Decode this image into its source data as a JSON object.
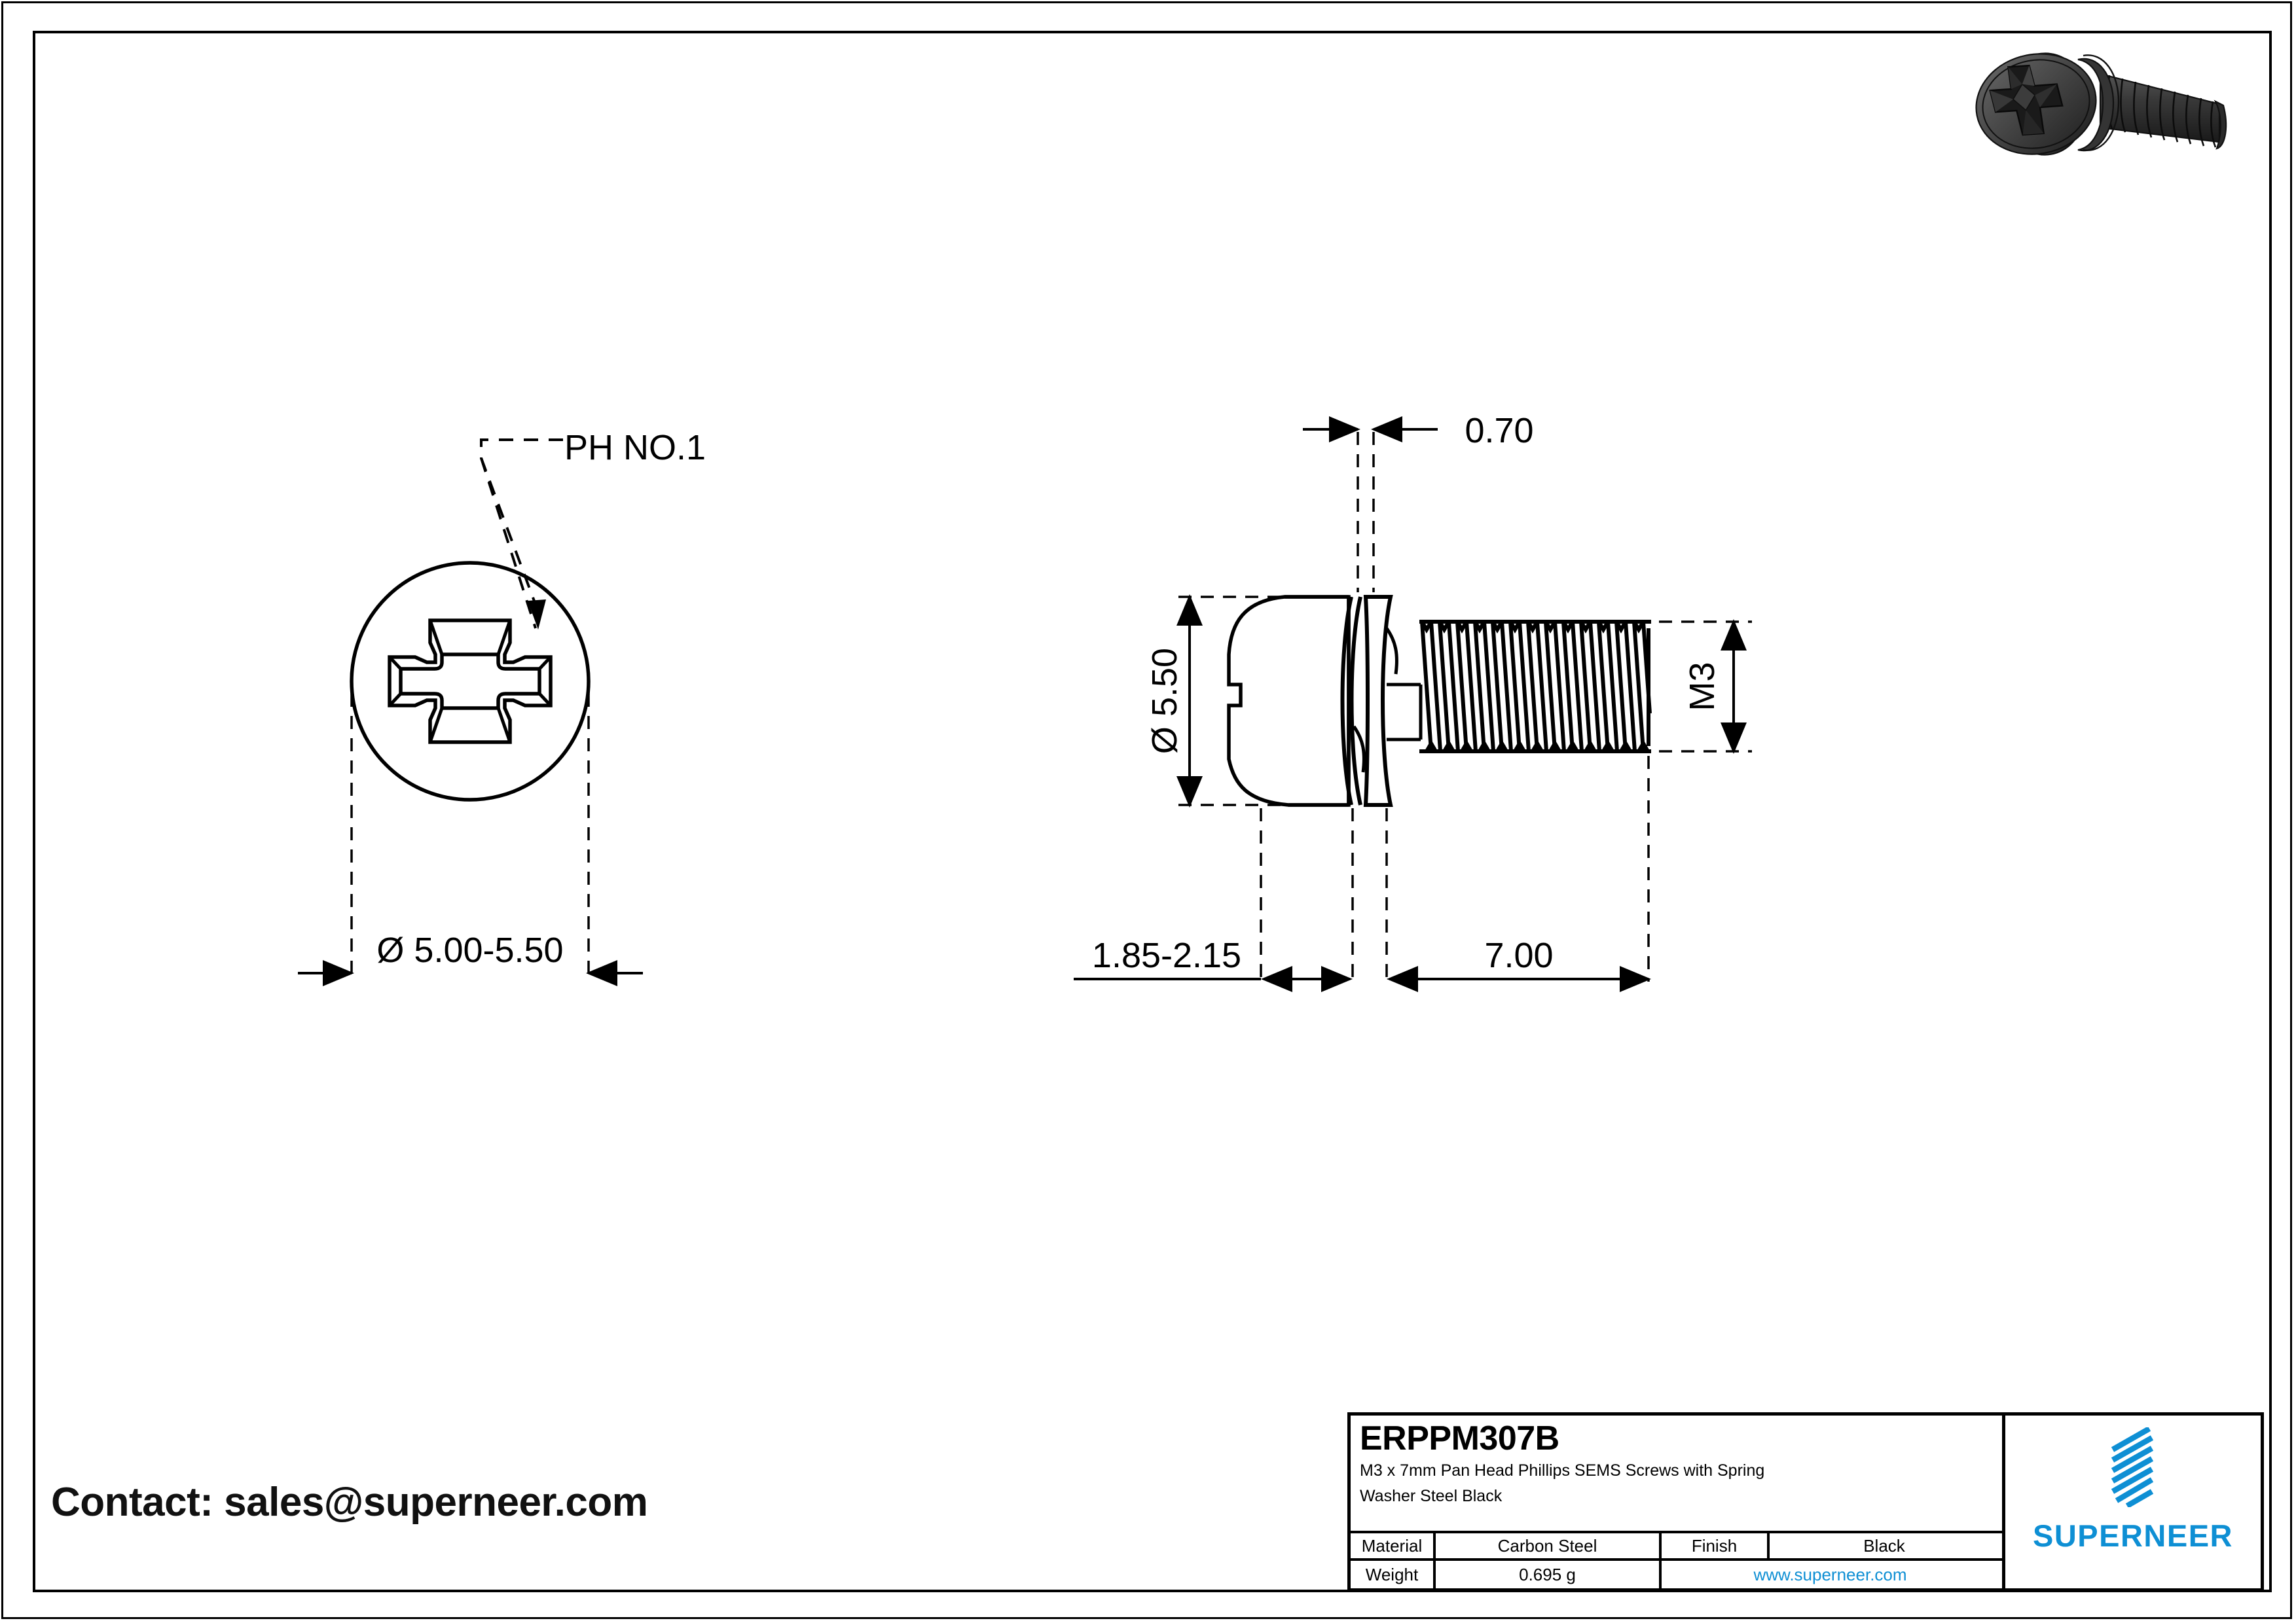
{
  "drawing": {
    "title": "M3 x 7mm Pan Head Phillips SEMS Screws with Spring Washer Steel Black",
    "contact_text": "Contact: sales@superneer.com",
    "brand_blue": "#0e8fd4",
    "line_color": "#000000",
    "background": "#ffffff"
  },
  "top_view": {
    "name": "head-top-view",
    "leader_label": "PH NO.1",
    "diameter_dimension": "Ø 5.00-5.50",
    "head_diameter_min": 5.0,
    "head_diameter_max": 5.5,
    "recess_type": "Phillips cross recess",
    "recess_size": "PH NO.1"
  },
  "side_view": {
    "name": "screw-side-view",
    "washer_thickness_dimension": "0.70",
    "head_height_dimension": "Ø 5.50",
    "thread_dimension": "M3",
    "head_thickness_dimension": "1.85-2.15",
    "shank_length_dimension": "7.00",
    "washer_thickness": 0.7,
    "head_diameter": 5.5,
    "thread_spec": "M3",
    "head_height_min": 1.85,
    "head_height_max": 2.15,
    "shank_length": 7.0,
    "thread_turns": 13
  },
  "render": {
    "name": "screw-3d-render",
    "description": "Black pan head Phillips screw with spring washer, isometric view",
    "body_color": "#3a3a3a",
    "dark_color": "#1c1c1c",
    "highlight_color": "#5e5e5e"
  },
  "title_block": {
    "part_number": "ERPPM307B",
    "description_line1": "M3 x 7mm Pan Head Phillips SEMS Screws with Spring",
    "description_line2": "Washer Steel Black",
    "rows": [
      {
        "label": "Material",
        "value": "Carbon Steel",
        "label2": "Finish",
        "value2": "Black"
      },
      {
        "label": "Weight",
        "value": "0.695 g",
        "url": "www.superneer.com"
      }
    ],
    "material_label": "Material",
    "material_value": "Carbon Steel",
    "finish_label": "Finish",
    "finish_value": "Black",
    "weight_label": "Weight",
    "weight_value": "0.695 g",
    "website": "www.superneer.com",
    "brand_name": "SUPERNEER"
  }
}
